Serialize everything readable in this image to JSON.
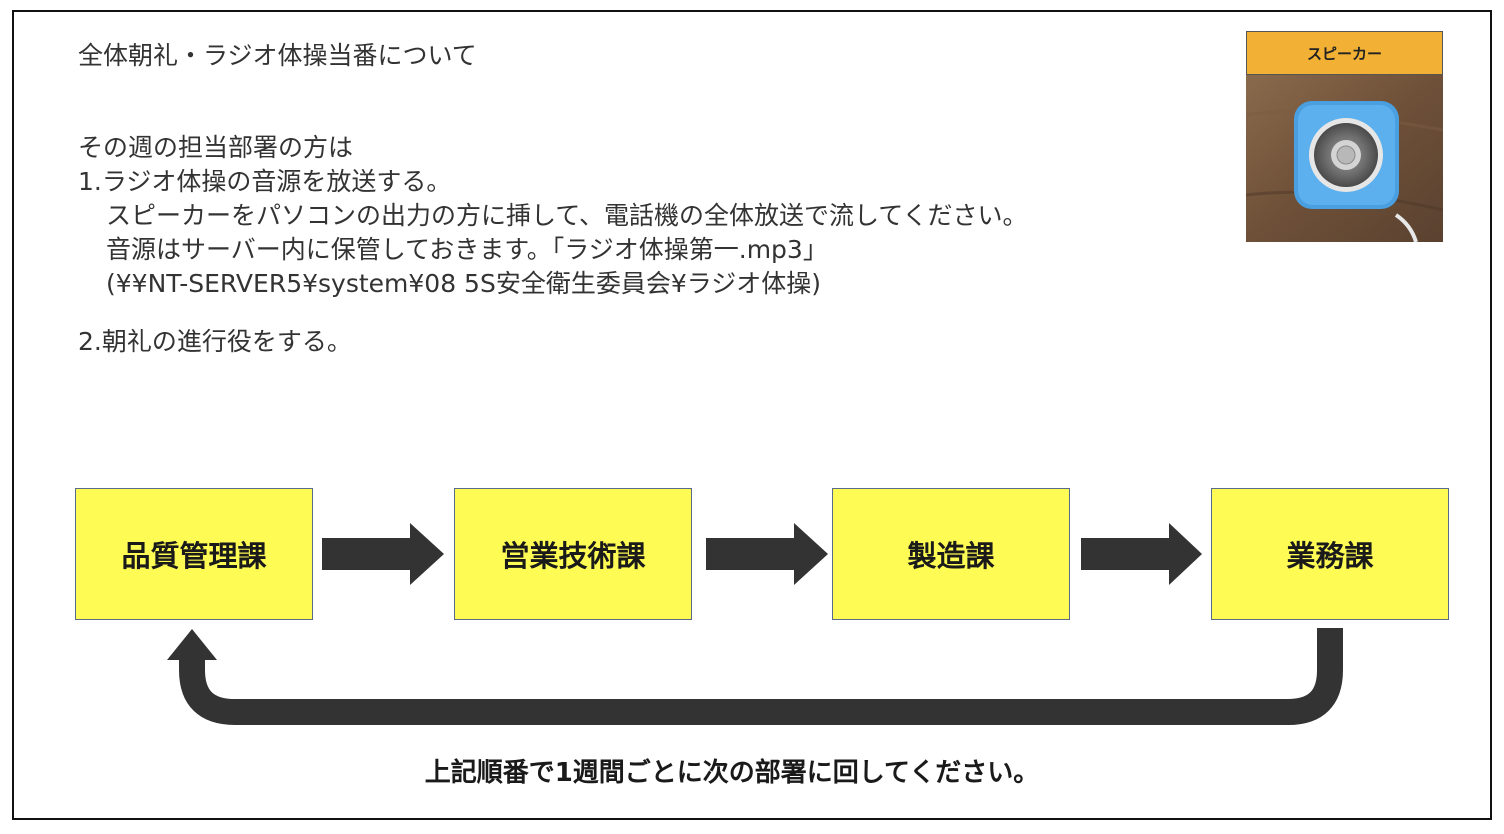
{
  "title": "全体朝礼・ラジオ体操当番について",
  "instructions": {
    "intro": "その週の担当部署の方は",
    "item1": "1.ラジオ体操の音源を放送する。",
    "item1_detail1": "スピーカーをパソコンの出力の方に挿して、電話機の全体放送で流してください。",
    "item1_detail2": "音源はサーバー内に保管しておきます。「ラジオ体操第一.mp3」",
    "item1_path": "(¥¥NT-SERVER5¥system¥08 5S安全衛生委員会¥ラジオ体操)",
    "item2": "2.朝礼の進行役をする。"
  },
  "speaker": {
    "label": "スピーカー"
  },
  "rotation": {
    "steps": [
      "品質管理課",
      "営業技術課",
      "製造課",
      "業務課"
    ],
    "note": "上記順番で1週間ごとに次の部署に回してください。"
  },
  "colors": {
    "step_fill": "#fdfb54",
    "arrow": "#333333",
    "speaker_label_bg": "#f2b134",
    "speaker_body": "#4a9fe0"
  }
}
